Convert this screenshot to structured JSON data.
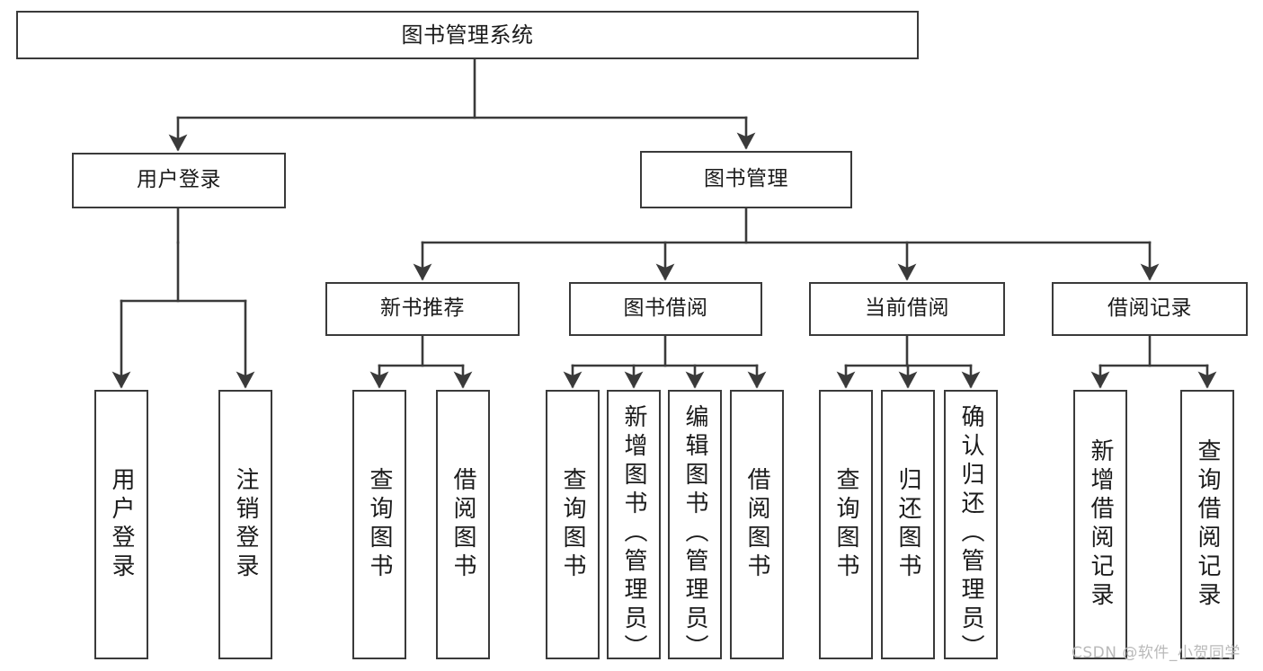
{
  "diagram": {
    "type": "tree",
    "title": "图书管理系统",
    "orientation": "top-down",
    "colors": {
      "box_border": "#3a3a3a",
      "box_fill": "#ffffff",
      "edge": "#3a3a3a",
      "text": "#1b1b1b",
      "watermark": "#b9b9b9",
      "background": "#ffffff"
    },
    "nodes": {
      "root": {
        "label": "图书管理系统"
      },
      "level2": [
        {
          "id": "user-login",
          "label": "用户登录"
        },
        {
          "id": "book-manage",
          "label": "图书管理"
        }
      ],
      "level3": [
        {
          "id": "new-book-recommend",
          "label": "新书推荐"
        },
        {
          "id": "book-borrow",
          "label": "图书借阅"
        },
        {
          "id": "current-borrow",
          "label": "当前借阅"
        },
        {
          "id": "borrow-record",
          "label": "借阅记录"
        }
      ],
      "leaves": {
        "user_login": [
          {
            "id": "leaf-user-login",
            "label": "用户登录"
          },
          {
            "id": "leaf-logout",
            "label": "注销登录"
          }
        ],
        "new_book_recommend": [
          {
            "id": "leaf-query-book-1",
            "label": "查询图书"
          },
          {
            "id": "leaf-borrow-book-1",
            "label": "借阅图书"
          }
        ],
        "book_borrow": [
          {
            "id": "leaf-query-book-2",
            "label": "查询图书"
          },
          {
            "id": "leaf-add-book",
            "label": "新增图书（管理员）"
          },
          {
            "id": "leaf-edit-book",
            "label": "编辑图书（管理员）"
          },
          {
            "id": "leaf-borrow-book-2",
            "label": "借阅图书"
          }
        ],
        "current_borrow": [
          {
            "id": "leaf-query-book-3",
            "label": "查询图书"
          },
          {
            "id": "leaf-return-book",
            "label": "归还图书"
          },
          {
            "id": "leaf-confirm-return",
            "label": "确认归还（管理员）"
          }
        ],
        "borrow_record": [
          {
            "id": "leaf-add-record",
            "label": "新增借阅记录"
          },
          {
            "id": "leaf-query-record",
            "label": "查询借阅记录"
          }
        ]
      }
    }
  },
  "watermark": {
    "text": "CSDN @软件_小贺同学"
  }
}
